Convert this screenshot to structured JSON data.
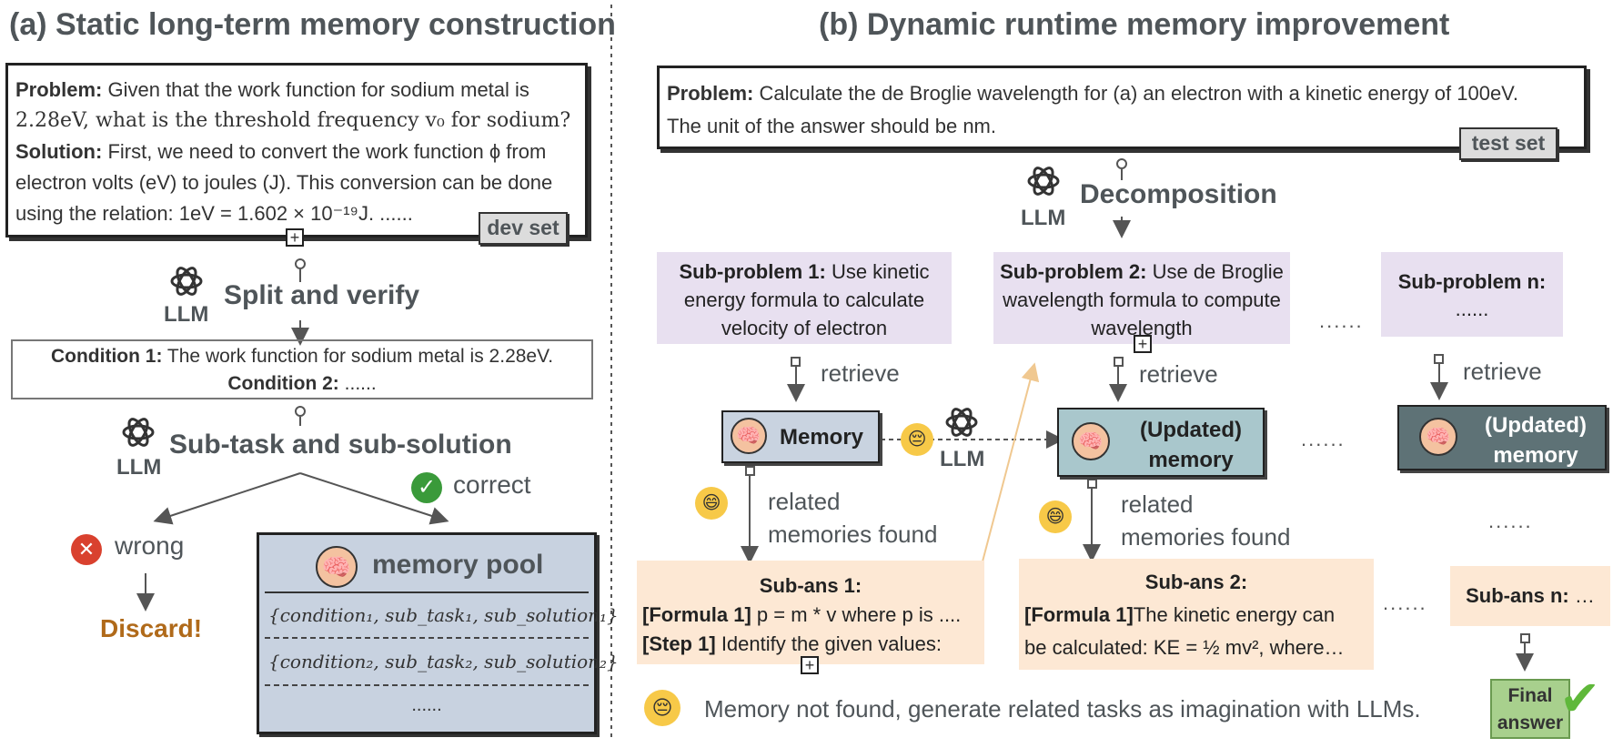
{
  "left": {
    "title": "(a) Static long-term memory construction",
    "problem_label": "Problem:",
    "problem_text_1": "Given that the work function for sodium metal is",
    "problem_text_2": "2.28eV, what is the threshold frequency v₀ for sodium?",
    "solution_label": "Solution:",
    "solution_text_1": "First, we need to convert the work function ϕ from",
    "solution_text_2": "electron volts (eV) to joules (J). This conversion can be done",
    "solution_text_3": "using the relation: 1eV = 1.602 × 10⁻¹⁹J. ......",
    "dev_tag": "dev set",
    "llm": "LLM",
    "split_label": "Split and verify",
    "cond1_label": "Condition 1:",
    "cond1_text": "The work function for sodium metal is 2.28eV.",
    "cond2_label": "Condition 2:",
    "cond2_text": "......",
    "llm2": "LLM",
    "subtask_label": "Sub-task and sub-solution",
    "correct_label": "correct",
    "wrong_label": "wrong",
    "discard_label": "Discard!",
    "pool_title": "memory pool",
    "pool_rows": [
      "{condition₁, sub_task₁, sub_solution₁}",
      "{condition₂, sub_task₂, sub_solution₂}",
      "......"
    ]
  },
  "right": {
    "title": "(b) Dynamic runtime memory improvement",
    "problem_label": "Problem:",
    "problem_text_1": "Calculate the de Broglie wavelength for (a) an electron with a kinetic energy of 100eV.",
    "problem_text_2": "The unit of the answer should be nm.",
    "test_tag": "test set",
    "llm": "LLM",
    "decomp_label": "Decomposition",
    "sub1_label": "Sub-problem 1:",
    "sub1_text": "Use kinetic energy formula to calculate velocity of electron",
    "sub2_label": "Sub-problem 2:",
    "sub2_text": "Use de Broglie wavelength formula to compute wavelength",
    "subn_label": "Sub-problem n:",
    "subn_text": "......",
    "dots": "......",
    "retrieve": "retrieve",
    "memory": "Memory",
    "updated_memory_1": "(Updated)",
    "updated_memory_2": "memory",
    "llm_mid": "LLM",
    "related_1": "related",
    "related_2": "memories found",
    "ans1_label": "Sub-ans 1:",
    "ans1_f_label": "[Formula 1]",
    "ans1_f_text": "p = m * v where p is ....",
    "ans1_s_label": "[Step 1]",
    "ans1_s_text": "Identify the given values:",
    "ans2_label": "Sub-ans 2:",
    "ans2_f_label": "[Formula 1]",
    "ans2_f_text": "The kinetic energy can",
    "ans2_text_2": "be calculated: KE = ½ mv², where…",
    "ansn_label": "Sub-ans n:",
    "ansn_text": "…",
    "final_1": "Final",
    "final_2": "answer",
    "legend": "Memory not found, generate related tasks as imagination with LLMs."
  },
  "colors": {
    "title": "#4f5559",
    "sub_problem_bg": "#e8e0f0",
    "sub_ans_bg": "#fde8d4",
    "memory_bg": "#c9d3e0",
    "updated_bg": "#a9c7cc",
    "updated_dark_bg": "#5e7276",
    "pool_bg": "#c8d2e0",
    "discard": "#b06a1a",
    "wrong_red": "#d9412e",
    "correct_green": "#3a9a3a",
    "final_bg": "#a8d08d"
  },
  "icons": [
    "openai-logo-icon",
    "brain-icon",
    "check-circle-icon",
    "x-circle-icon",
    "emoji-sad-icon",
    "emoji-happy-icon",
    "checkmark-icon",
    "plus-box-icon"
  ]
}
